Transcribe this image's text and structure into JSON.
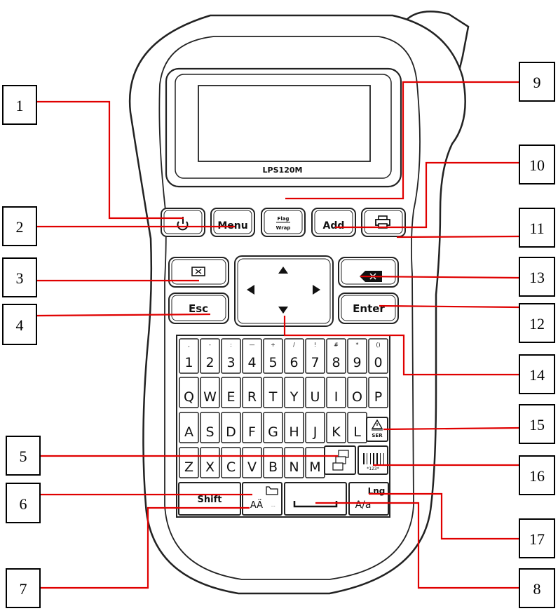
{
  "device": {
    "model": "LPS120M"
  },
  "function_keys": {
    "menu": "Menu",
    "flag": "Flag",
    "wrap": "Wrap",
    "add": "Add",
    "esc": "Esc",
    "enter": "Enter",
    "shift": "Shift",
    "lng": "Lng",
    "case": "A/a",
    "size": "AÄ",
    "ser": "SER",
    "barcode_digits": "*123*"
  },
  "keyboard": {
    "number_row": [
      {
        "main": "1",
        "alt": ","
      },
      {
        "main": "2",
        "alt": "-"
      },
      {
        "main": "3",
        "alt": ":"
      },
      {
        "main": "4",
        "alt": "—"
      },
      {
        "main": "5",
        "alt": "+"
      },
      {
        "main": "6",
        "alt": "/"
      },
      {
        "main": "7",
        "alt": "!"
      },
      {
        "main": "8",
        "alt": "#"
      },
      {
        "main": "9",
        "alt": "*"
      },
      {
        "main": "0",
        "alt": "()"
      }
    ],
    "row_q": [
      "Q",
      "W",
      "E",
      "R",
      "T",
      "Y",
      "U",
      "I",
      "O",
      "P"
    ],
    "row_a": [
      "A",
      "S",
      "D",
      "F",
      "G",
      "H",
      "J",
      "K",
      "L"
    ],
    "row_z": [
      "Z",
      "X",
      "C",
      "V",
      "B",
      "N",
      "M"
    ]
  },
  "callouts": [
    "1",
    "2",
    "3",
    "4",
    "5",
    "6",
    "7",
    "8",
    "9",
    "10",
    "11",
    "12",
    "13",
    "14",
    "15",
    "16",
    "17"
  ],
  "colors": {
    "leader": "#e00000",
    "outline": "#222222"
  }
}
